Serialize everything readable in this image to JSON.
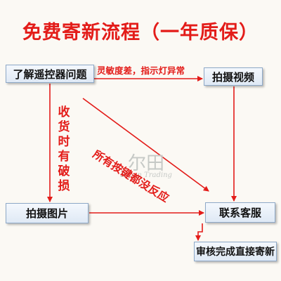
{
  "title": "免费寄新流程（一年质保）",
  "nodes": {
    "understand_issue": "了解遥控器问题",
    "record_video": "拍摄视频",
    "take_photos": "拍摄图片",
    "contact_service": "联系客服",
    "review_ship": "审核完成直接寄新"
  },
  "edges": {
    "sensitivity": "灵敏度差，指示灯异常",
    "damaged_on_receipt": "收货时有破损",
    "buttons_unresponsive": "所有按键都没反应"
  },
  "watermark": {
    "main": "尔田",
    "sub": "Erben Trading"
  },
  "colors": {
    "accent": "#e31c19",
    "box_border": "#8ea9c8"
  }
}
